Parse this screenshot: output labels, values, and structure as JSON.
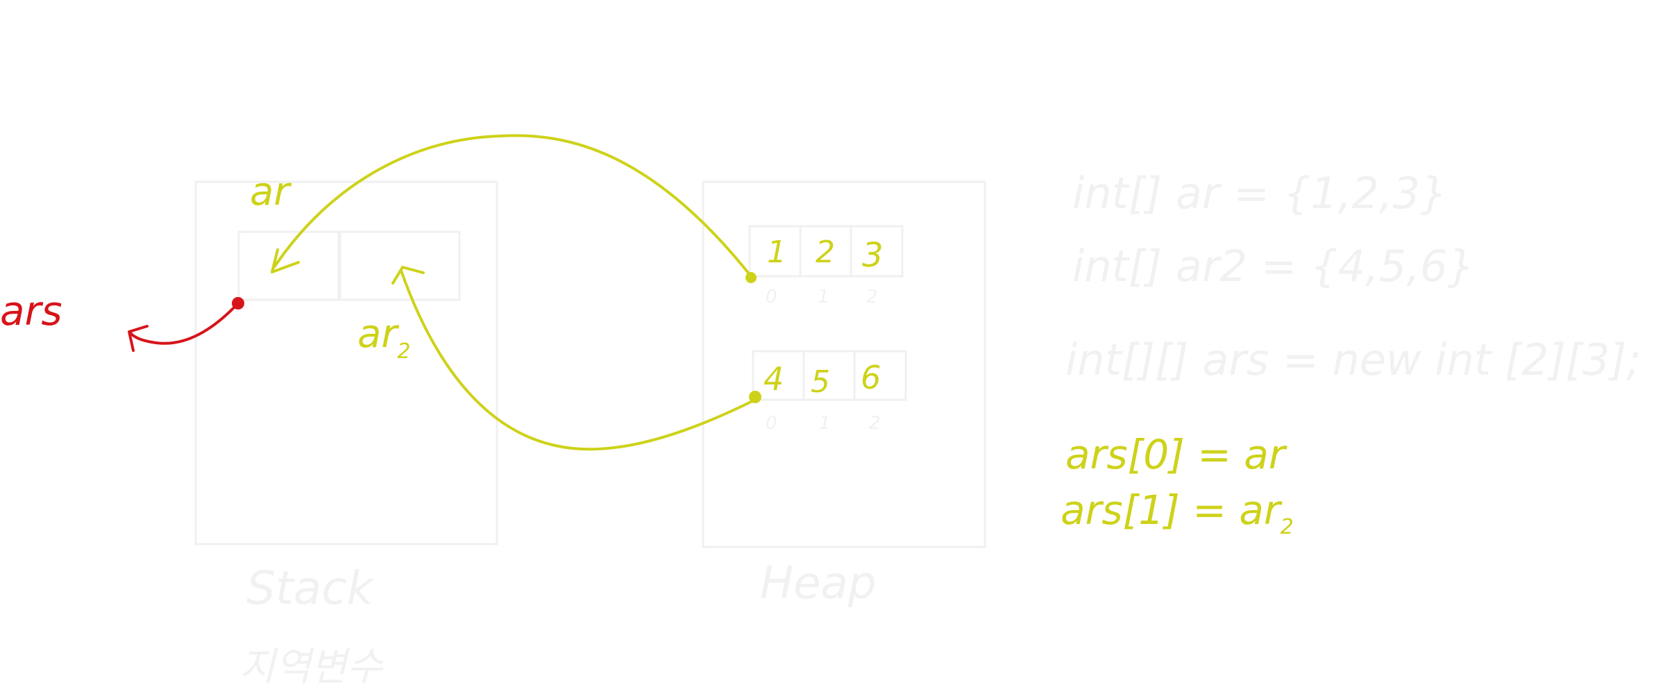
{
  "colors": {
    "ink_yellow": "#cdd219",
    "ink_red": "#d7141a",
    "faint": "#f1f1f1"
  },
  "stack": {
    "title": "Stack",
    "subtitle": "지역변수",
    "label_ar": "ar",
    "label_ar2_main": "ar",
    "label_ar2_sub": "2",
    "label_ars": "ars"
  },
  "heap": {
    "title": "Heap",
    "array1": {
      "values": [
        "1",
        "2",
        "3"
      ],
      "indices": [
        "0",
        "1",
        "2"
      ]
    },
    "array2": {
      "values": [
        "4",
        "5",
        "6"
      ],
      "indices": [
        "0",
        "1",
        "2"
      ]
    }
  },
  "code": {
    "line1": "int[] ar = {1,2,3}",
    "line2": "int[] ar2 = {4,5,6}",
    "line3": "int[][] ars = new int [2][3];"
  },
  "assignments": {
    "line1": "ars[0] = ar",
    "line2_main": "ars[1] = ar",
    "line2_sub": "2"
  }
}
